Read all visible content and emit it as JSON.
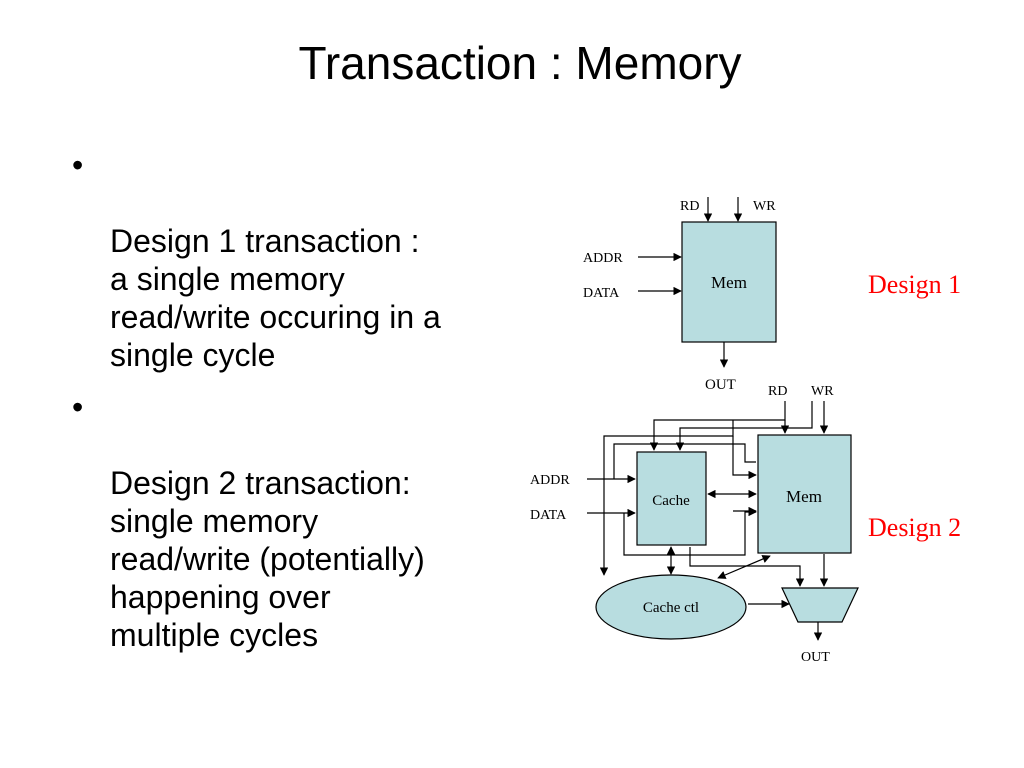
{
  "slide": {
    "title": "Transaction : Memory",
    "bullets": [
      "Design 1 transaction :\na single memory\nread/write occuring in a\nsingle cycle",
      "Design 2 transaction:\nsingle memory\nread/write (potentially)\nhappening over\nmultiple cycles"
    ],
    "bullet_glyph": "•"
  },
  "design1": {
    "caption": "Design 1",
    "caption_color": "#ff0000",
    "box_fill": "#b8dde0",
    "mem_label": "Mem",
    "rd_label": "RD",
    "wr_label": "WR",
    "addr_label": "ADDR",
    "data_label": "DATA",
    "out_label": "OUT"
  },
  "design2": {
    "caption": "Design 2",
    "caption_color": "#ff0000",
    "box_fill": "#b8dde0",
    "cache_label": "Cache",
    "mem_label": "Mem",
    "cache_ctl_label": "Cache ctl",
    "rd_label": "RD",
    "wr_label": "WR",
    "addr_label": "ADDR",
    "data_label": "DATA",
    "out_label": "OUT"
  }
}
